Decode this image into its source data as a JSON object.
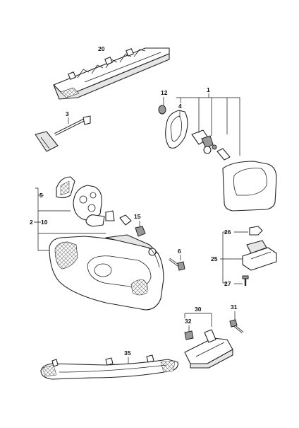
{
  "diagram": {
    "callouts": [
      {
        "id": "20",
        "label": "20"
      },
      {
        "id": "12",
        "label": "12"
      },
      {
        "id": "1",
        "label": "1"
      },
      {
        "id": "3",
        "label": "3"
      },
      {
        "id": "4",
        "label": "4"
      },
      {
        "id": "5",
        "label": "5"
      },
      {
        "id": "2",
        "label": "2"
      },
      {
        "id": "10",
        "label": "10"
      },
      {
        "id": "15",
        "label": "15"
      },
      {
        "id": "6",
        "label": "6"
      },
      {
        "id": "26",
        "label": "26"
      },
      {
        "id": "25",
        "label": "25"
      },
      {
        "id": "27",
        "label": "27"
      },
      {
        "id": "30",
        "label": "30"
      },
      {
        "id": "31",
        "label": "31"
      },
      {
        "id": "32",
        "label": "32"
      },
      {
        "id": "35",
        "label": "35"
      }
    ]
  }
}
